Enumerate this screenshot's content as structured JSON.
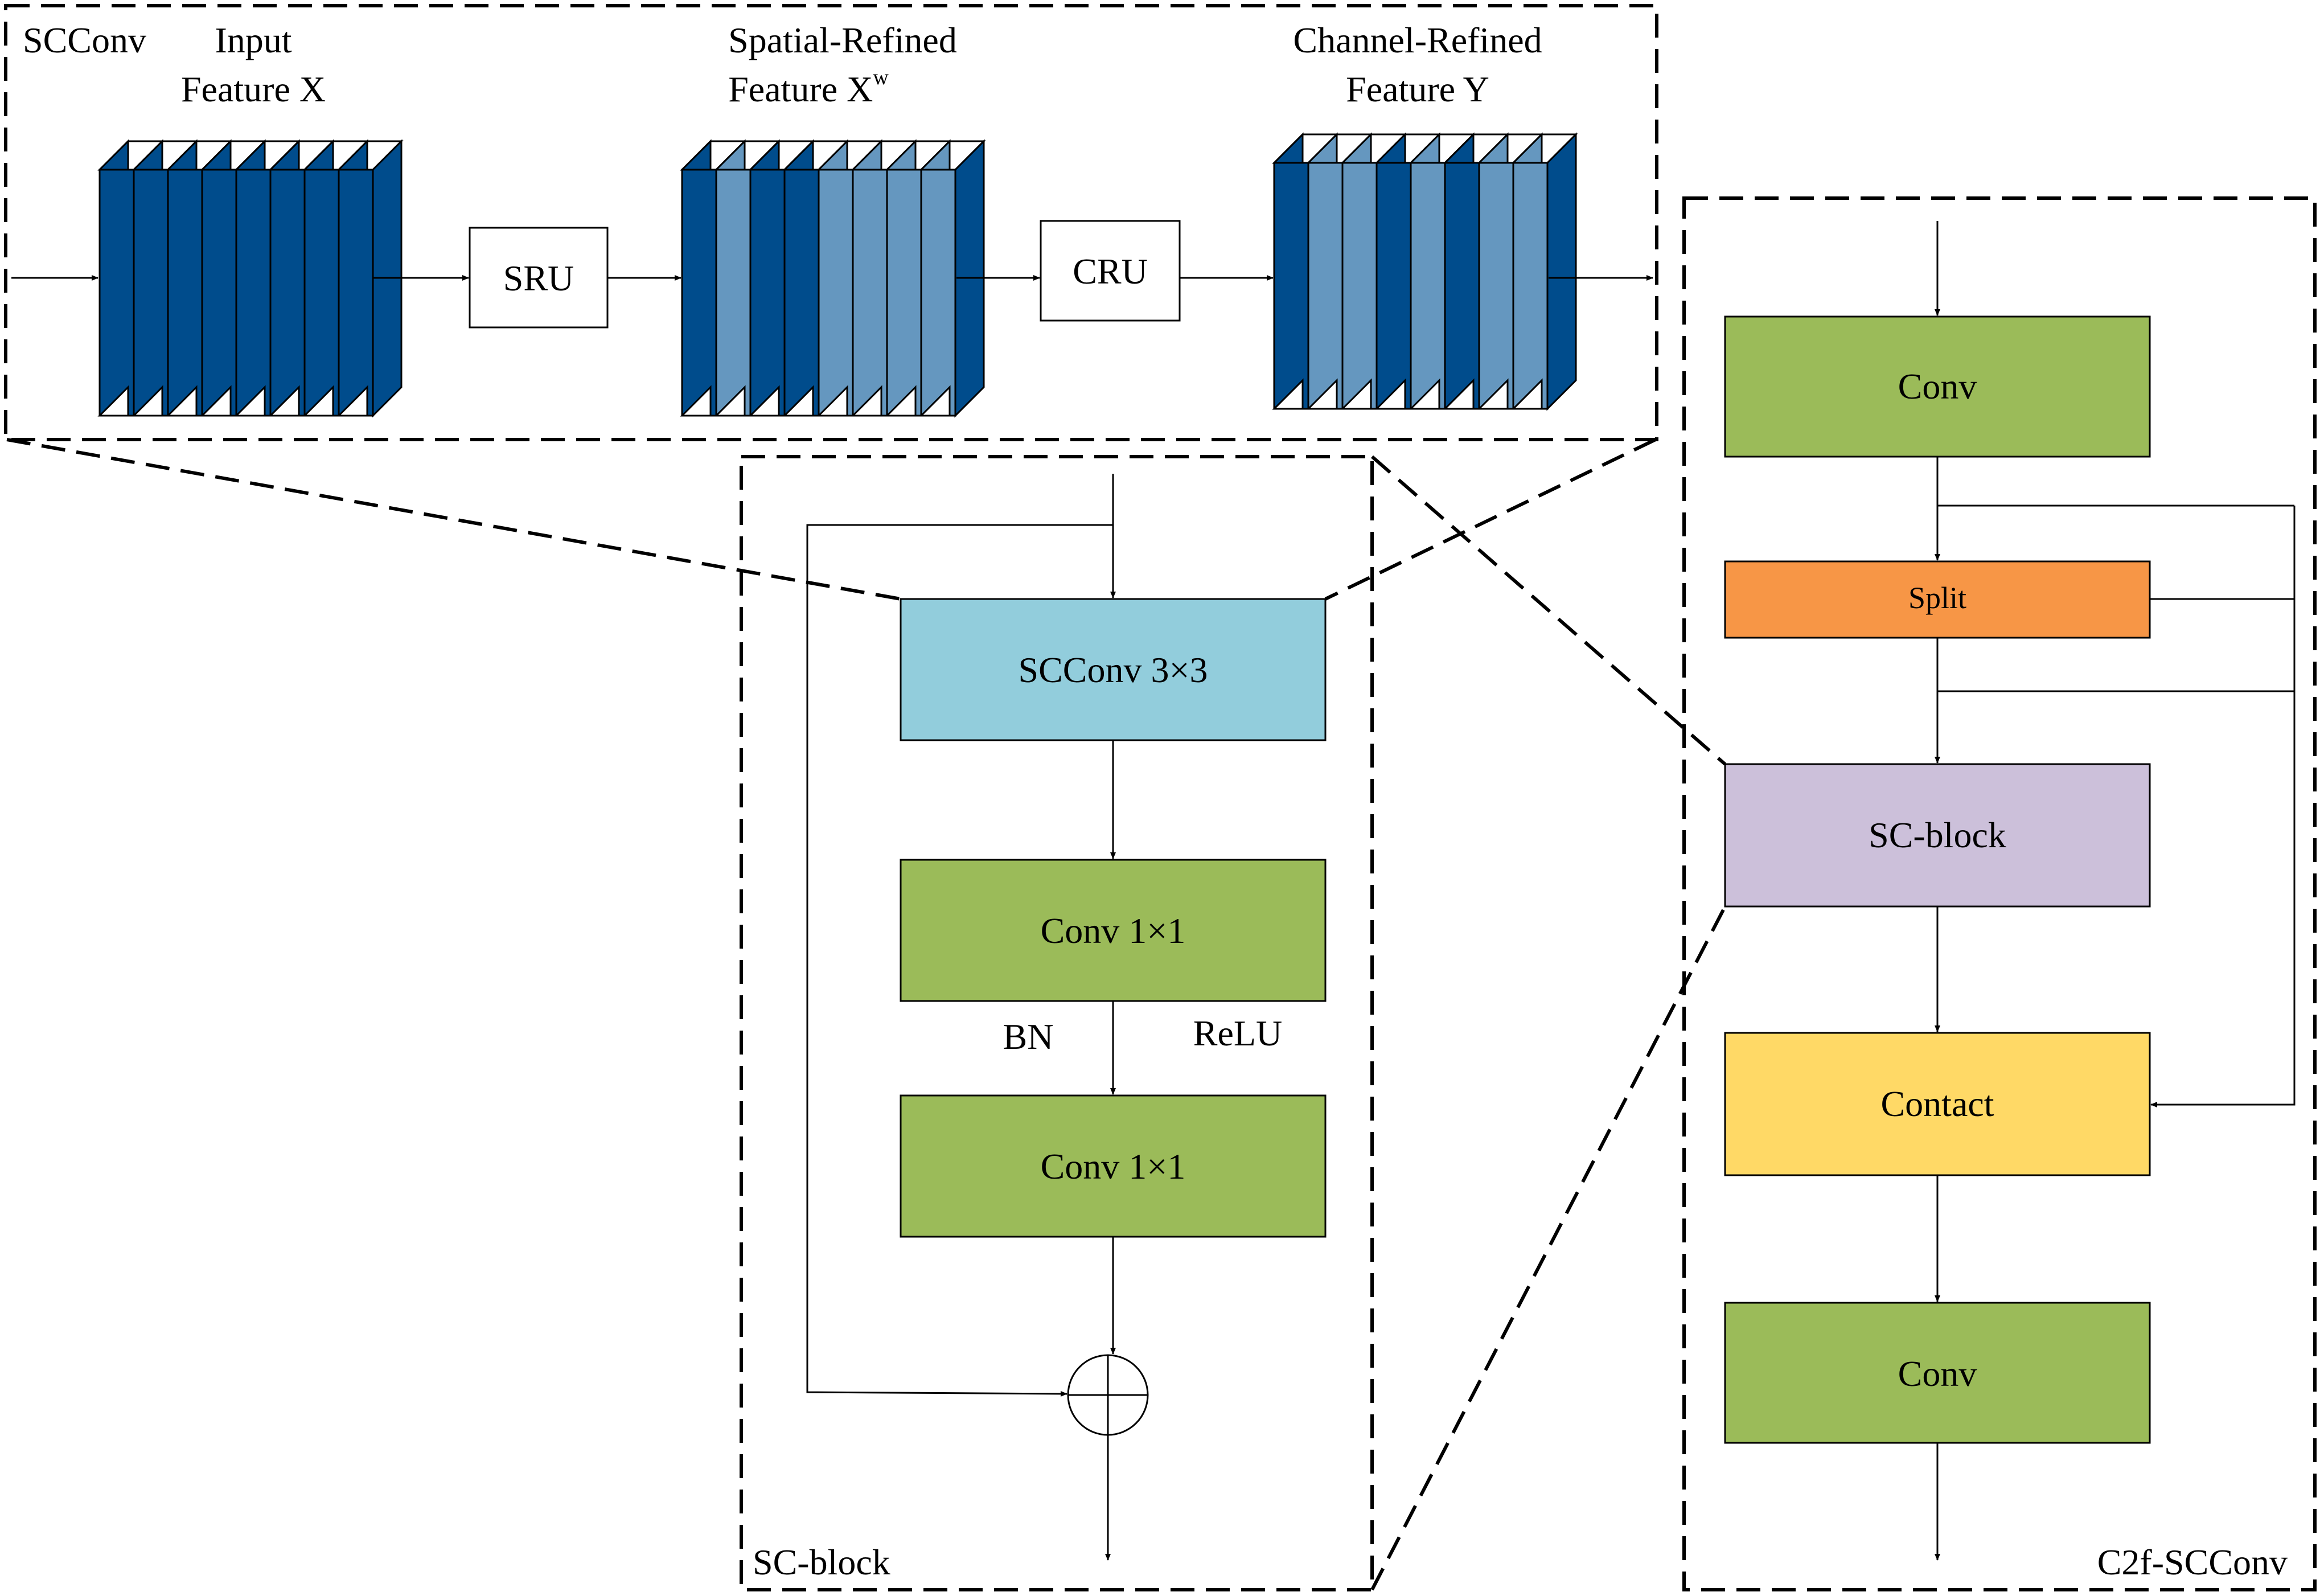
{
  "colors": {
    "dark_blue": "#004C8C",
    "light_blue": "#6597BF",
    "sc_conv_fill": "#92CDDC",
    "conv_fill": "#9BBB59",
    "split_fill": "#F79646",
    "sc_block_fill": "#CCC0DA",
    "contact_fill": "#FFD966",
    "stroke": "#000000"
  },
  "scconv_panel": {
    "title": "SCConv",
    "input_label_line1": "Input",
    "input_label_line2": "Feature X",
    "spatial_label_line1": "Spatial-Refined",
    "spatial_label_line2": "Feature X",
    "spatial_label_sup": "w",
    "channel_label_line1": "Channel-Refined",
    "channel_label_line2": "Feature Y",
    "sru_label": "SRU",
    "cru_label": "CRU",
    "input_slices": [
      "dark",
      "dark",
      "dark",
      "dark",
      "dark",
      "dark",
      "dark",
      "dark"
    ],
    "spatial_slices": [
      "dark",
      "light",
      "dark",
      "dark",
      "light",
      "light",
      "light",
      "light"
    ],
    "channel_slices": [
      "dark",
      "light",
      "light",
      "dark",
      "light",
      "dark",
      "light",
      "light"
    ]
  },
  "sc_block_panel": {
    "panel_label": "SC-block",
    "scconv_label": "SCConv 3×3",
    "conv1_label": "Conv 1×1",
    "bn_label": "BN",
    "relu_label": "ReLU",
    "conv2_label": "Conv 1×1"
  },
  "c2f_panel": {
    "panel_label": "C2f-SCConv",
    "conv_top_label": "Conv",
    "split_label": "Split",
    "sc_block_label": "SC-block",
    "contact_label": "Contact",
    "conv_bottom_label": "Conv"
  }
}
